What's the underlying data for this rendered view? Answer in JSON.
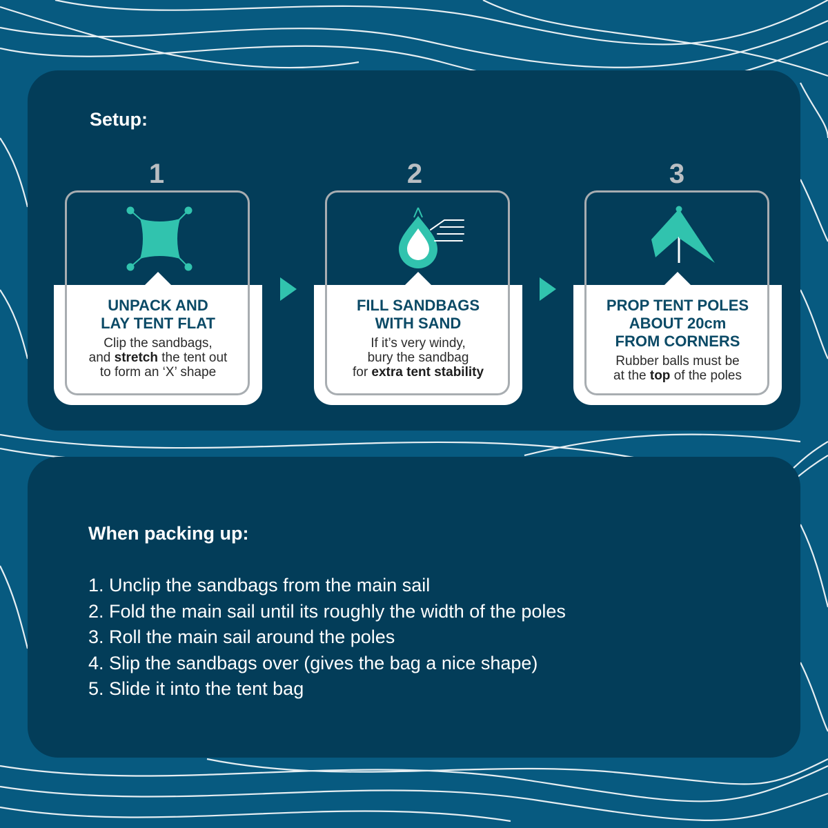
{
  "colors": {
    "background": "#075a80",
    "panel": "#033d59",
    "accent": "#31c3ae",
    "card_border": "#a8adb1",
    "heading_text": "#0b4a66"
  },
  "setup": {
    "title": "Setup:",
    "steps": [
      {
        "number": "1",
        "icon": "tent-flat-icon",
        "heading_line1": "UNPACK AND",
        "heading_line2": "LAY TENT FLAT",
        "body_line1": "Clip the sandbags,",
        "body_line2_pre": "and ",
        "body_line2_bold": "stretch",
        "body_line2_post": " the tent out",
        "body_line3": "to form an ‘X’ shape"
      },
      {
        "number": "2",
        "icon": "sandbag-icon",
        "heading_line1": "FILL SANDBAGS",
        "heading_line2": "WITH SAND",
        "body_line1": "If it’s very windy,",
        "body_line2": "bury the sandbag",
        "body_line3_pre": "for ",
        "body_line3_bold": "extra tent stability"
      },
      {
        "number": "3",
        "icon": "tent-pole-icon",
        "heading_line1": "PROP TENT POLES",
        "heading_line2": "ABOUT 20cm",
        "heading_line3": "FROM CORNERS",
        "body_line1": "Rubber balls must be",
        "body_line2_pre": "at the ",
        "body_line2_bold": "top",
        "body_line2_post": " of the poles"
      }
    ]
  },
  "packing": {
    "title": "When packing up:",
    "items": [
      "1. Unclip the sandbags from the main sail",
      "2. Fold the main sail until its roughly the width of the poles",
      "3. Roll the main sail around the poles",
      "4. Slip the sandbags over (gives the bag a nice shape)",
      "5. Slide it into the tent bag"
    ]
  }
}
